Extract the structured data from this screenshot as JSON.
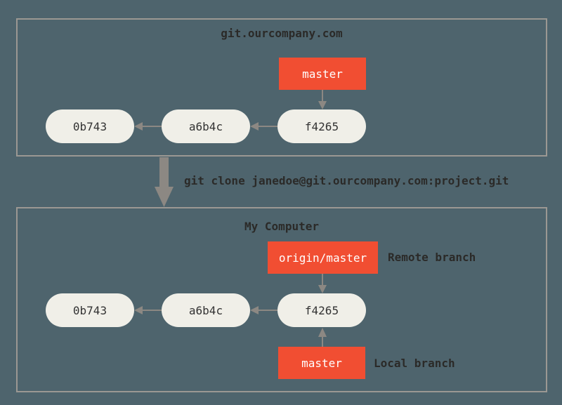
{
  "server": {
    "title": "git.ourcompany.com",
    "commits": [
      "0b743",
      "a6b4c",
      "f4265"
    ],
    "branch": "master"
  },
  "command": "git clone janedoe@git.ourcompany.com:project.git",
  "local": {
    "title": "My Computer",
    "commits": [
      "0b743",
      "a6b4c",
      "f4265"
    ],
    "remote_branch": "origin/master",
    "remote_branch_note": "Remote branch",
    "local_branch": "master",
    "local_branch_note": "Local branch"
  },
  "colors": {
    "background": "#4e646d",
    "commit_fill": "#f0efe8",
    "branch_fill": "#f14e32",
    "arrow": "#8c8883"
  }
}
